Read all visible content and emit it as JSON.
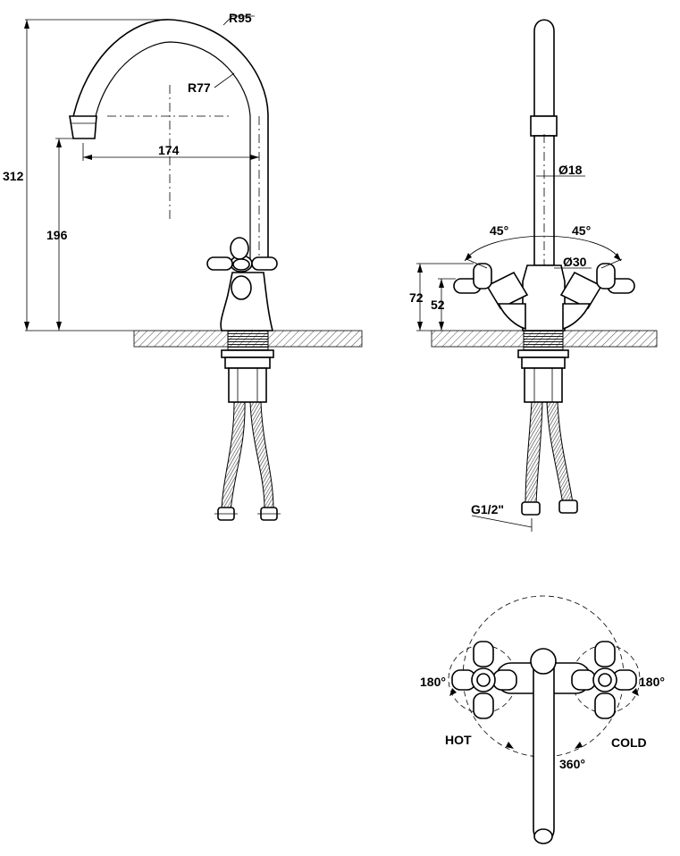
{
  "side_view": {
    "dims": {
      "outer_radius": "R95",
      "inner_radius": "R77",
      "total_height": "312",
      "outlet_height": "196",
      "reach": "174"
    }
  },
  "front_view": {
    "dims": {
      "spout_diameter": "Ø18",
      "body_diameter": "Ø30",
      "angle_left": "45°",
      "angle_right": "45°",
      "handle_height": "72",
      "body_height": "52",
      "thread": "G1/2\""
    }
  },
  "top_view": {
    "dims": {
      "rotation_left": "180°",
      "rotation_right": "180°",
      "spout_rotation": "360°"
    },
    "labels": {
      "hot": "HOT",
      "cold": "COLD"
    }
  },
  "colors": {
    "line": "#000000",
    "background": "#ffffff"
  }
}
